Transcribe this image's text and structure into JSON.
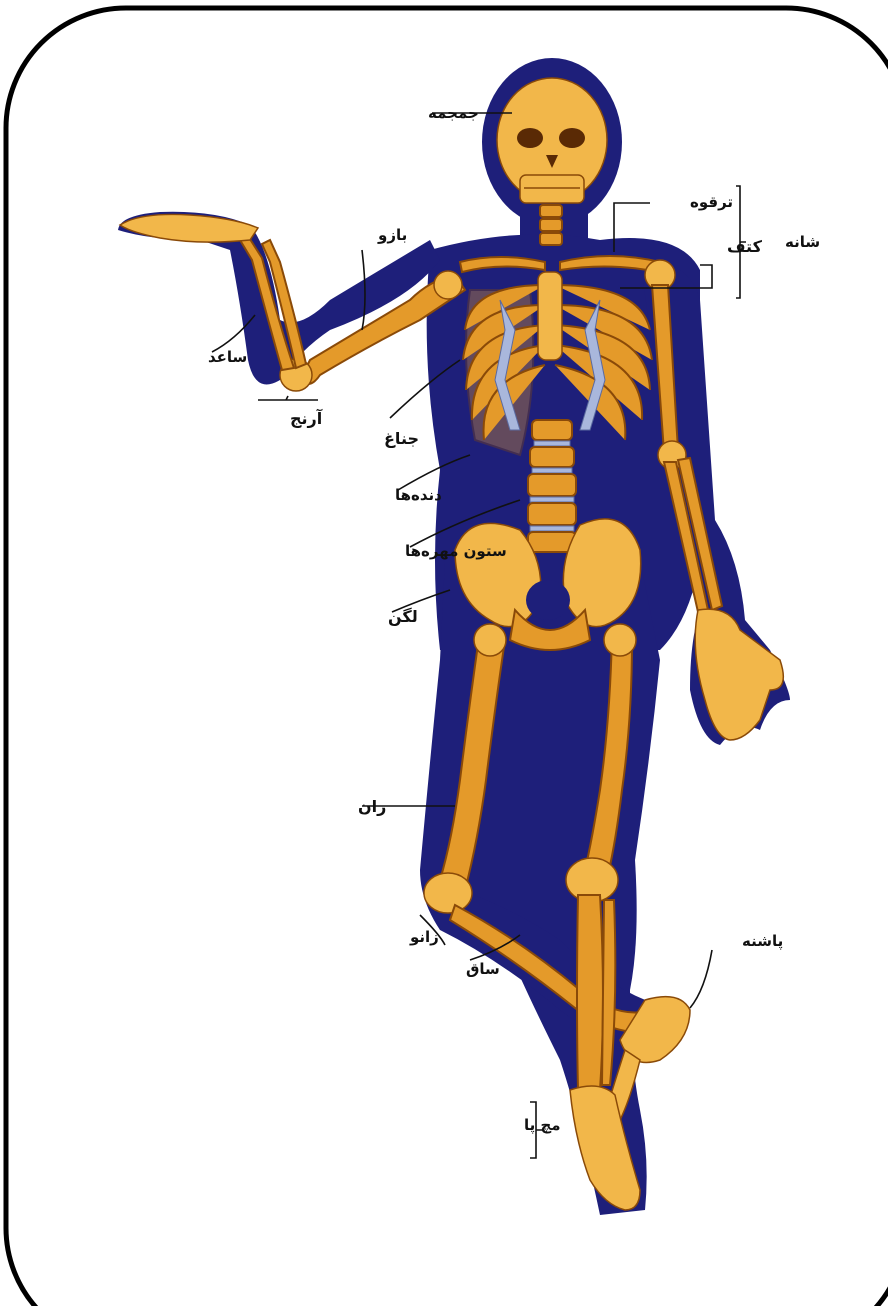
{
  "colors": {
    "body_silhouette": "#1e1f7a",
    "bone": "#e49a2a",
    "bone_light": "#f2b74a",
    "cartilage": "#a9b7dc",
    "frame": "#000000"
  },
  "labels": {
    "skull": "جمجمه",
    "clavicle": "ترقوه",
    "scapula": "کتف",
    "shoulder": "شانه",
    "humerus": "بازو",
    "forearm": "ساعد",
    "elbow": "آرنج",
    "sternum": "جناغ",
    "ribs": "دنده‌ها",
    "spine": "ستون مهره‌ها",
    "pelvis": "لگن",
    "femur": "ران",
    "knee": "زانو",
    "shin": "ساق",
    "heel": "پاشنه",
    "ankle": "مچ پا"
  }
}
